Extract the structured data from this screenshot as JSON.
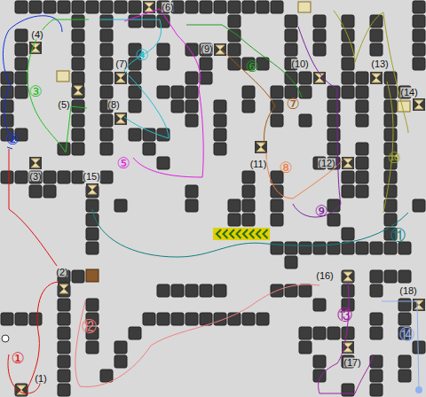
{
  "diagram": {
    "labels": [
      "(1)",
      "(2)",
      "(3)",
      "(4)",
      "(5)",
      "(6)",
      "(7)",
      "(8)",
      "(9)",
      "(10)",
      "(11)",
      "(12)",
      "(13)",
      "(14)",
      "(15)",
      "(16)",
      "(17)",
      "(18)",
      "①",
      "②",
      "③",
      "④",
      "⑤",
      "⑥",
      "⑦",
      "⑧",
      "⑨",
      "⑩",
      "⑪",
      "⑫",
      "⑬",
      "⑭"
    ]
  }
}
